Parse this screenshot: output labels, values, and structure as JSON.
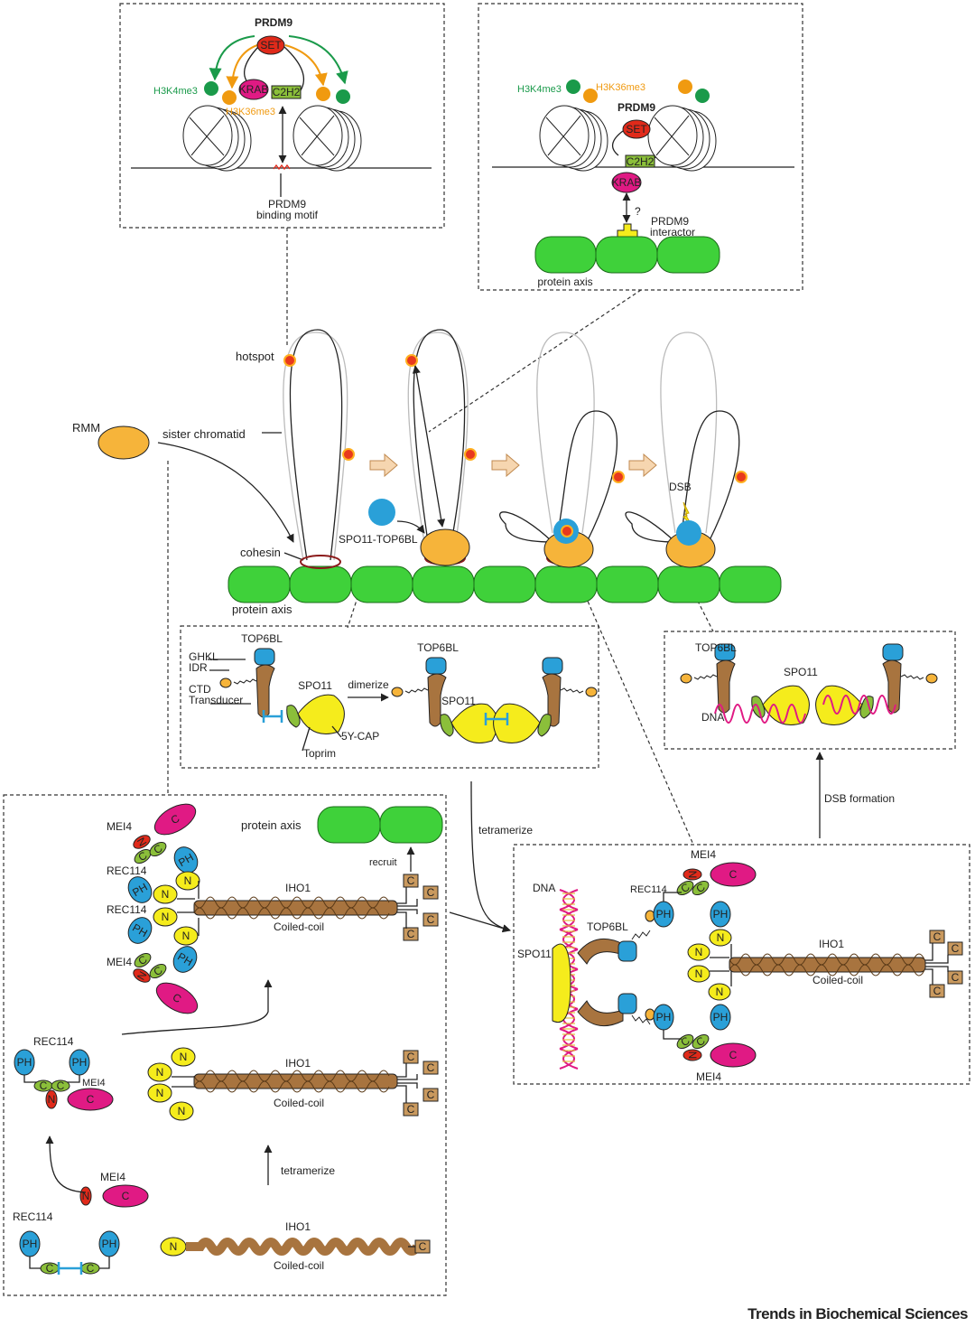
{
  "colors": {
    "axis": "#3fd13a",
    "orange": "#f6b43a",
    "blue": "#2aa0d8",
    "brown": "#a8743f",
    "yellow": "#f5ec1c",
    "magenta": "#e01a84",
    "red": "#e02a1a",
    "green_domain": "#8bbf3a",
    "hotspot": "#e8391e",
    "h3k4me3": "#1a9a4a",
    "h3k36me3": "#f09a10"
  },
  "domains": {
    "n": "N",
    "ph": "PH",
    "c": "C"
  },
  "panel_motif": {
    "prdm9": "PRDM9",
    "set": "SET",
    "krab": "KRAB",
    "c2h2": "C2H2",
    "h3k4me3": "H3K4me3",
    "h3k36me3": "H3K36me3",
    "motif_line1": "PRDM9",
    "motif_line2": "binding motif"
  },
  "panel_interactor": {
    "h3k4me3": "H3K4me3",
    "h3k36me3": "H3K36me3",
    "prdm9": "PRDM9",
    "set": "SET",
    "c2h2": "C2H2",
    "krab": "KRAB",
    "question": "?",
    "interactor_line1": "PRDM9",
    "interactor_line2": "interactor",
    "protein_axis": "protein axis"
  },
  "main": {
    "hotspot": "hotspot",
    "rmm": "RMM",
    "sister_chromatid": "sister chromatid",
    "spo11_top6bl": "SPO11-TOP6BL",
    "cohesin": "cohesin",
    "protein_axis": "protein axis",
    "dsb": "DSB"
  },
  "panel_spo11": {
    "top6bl": "TOP6BL",
    "ghkl": "GHKL",
    "idr": "IDR",
    "ctd": "CTD",
    "transducer": "Transducer",
    "spo11": "SPO11",
    "dimerize": "dimerize",
    "five_y_cap": "5Y-CAP",
    "toprim": "Toprim",
    "top6bl_dimer": "TOP6BL",
    "spo11_dimer": "SPO11"
  },
  "panel_dsb": {
    "top6bl": "TOP6BL",
    "spo11": "SPO11",
    "dna": "DNA"
  },
  "arrows": {
    "dsb_formation": "DSB formation",
    "tetramerize": "tetramerize"
  },
  "panel_assembly": {
    "mei4_top": "MEI4",
    "rec114_a": "REC114",
    "rec114_b": "REC114",
    "mei4_bottom": "MEI4",
    "protein_axis": "protein axis",
    "recruit": "recruit",
    "iho1_top": "IHO1",
    "coiled_coil_top": "Coiled-coil",
    "rec114_mid": "REC114",
    "mei4_mid": "MEI4",
    "iho1_mid": "IHO1",
    "coiled_coil_mid": "Coiled-coil",
    "tetramerize": "tetramerize",
    "mei4_low": "MEI4",
    "rec114_low": "REC114",
    "iho1_low": "IHO1",
    "coiled_coil_low": "Coiled-coil"
  },
  "panel_complex": {
    "dna": "DNA",
    "rec114": "REC114",
    "top6bl": "TOP6BL",
    "spo11": "SPO11",
    "mei4_top": "MEI4",
    "mei4_bottom": "MEI4",
    "iho1": "IHO1",
    "coiled_coil": "Coiled-coil"
  },
  "footer": {
    "journal": "Trends in Biochemical Sciences"
  }
}
